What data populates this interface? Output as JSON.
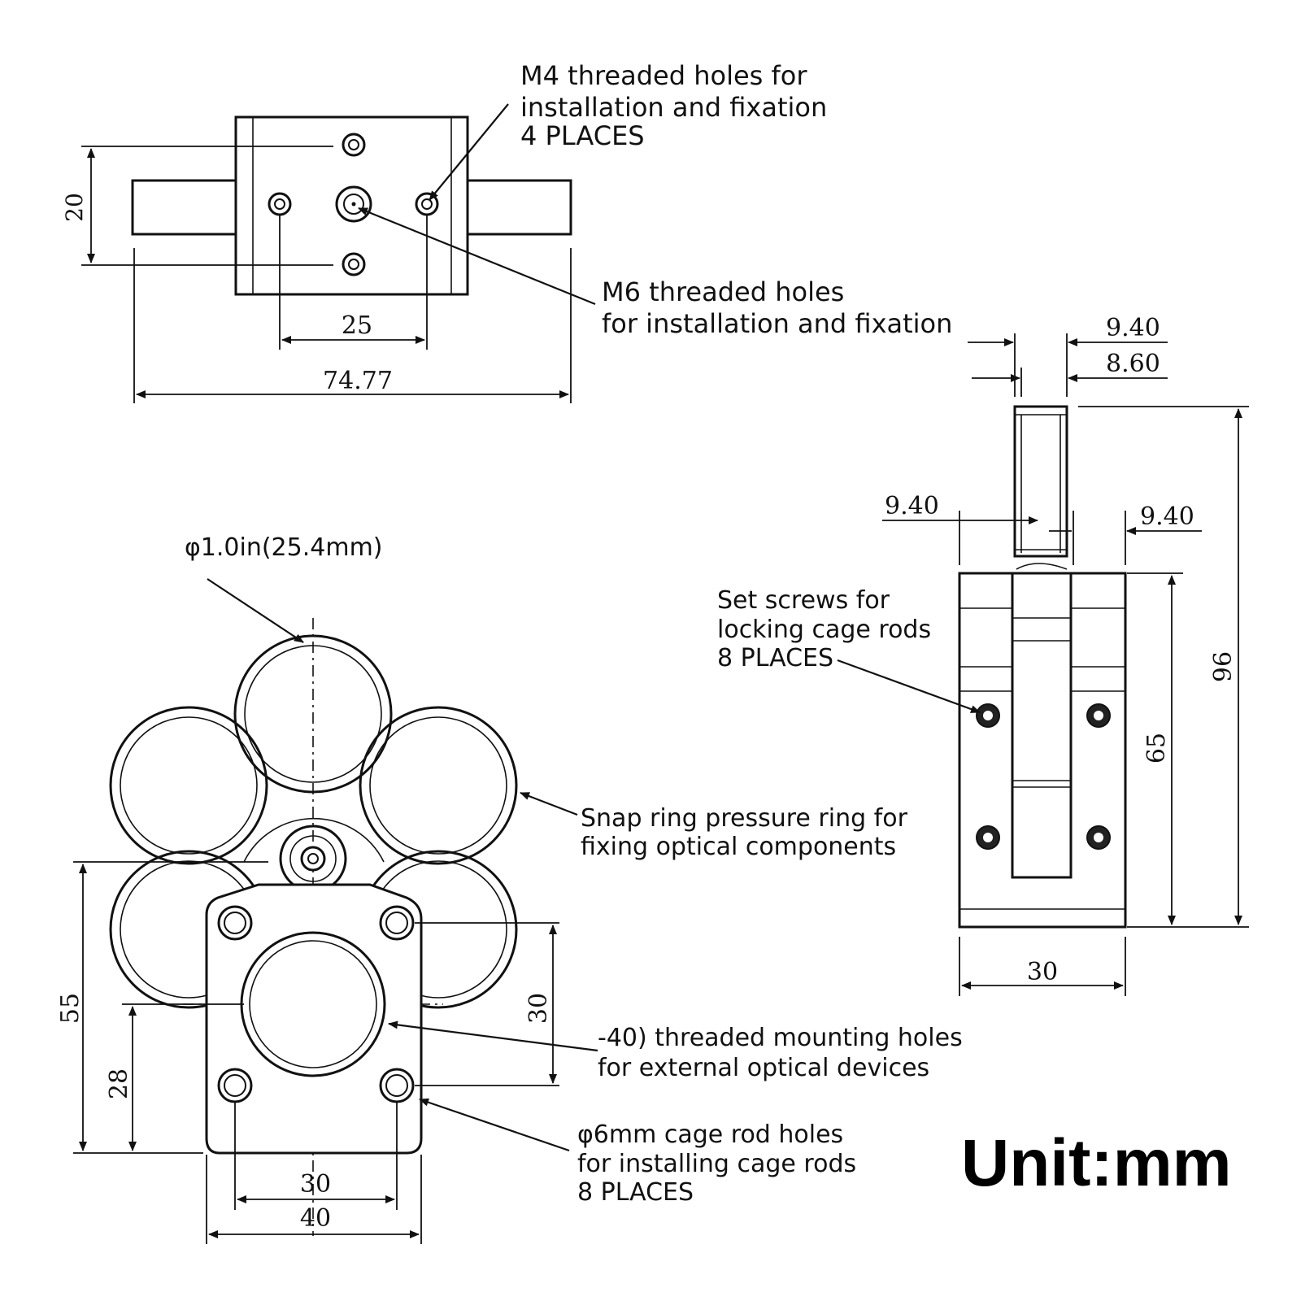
{
  "annotations": {
    "m4_line1": "M4 threaded holes for",
    "m4_line2": "installation and fixation",
    "m4_line3": "4 PLACES",
    "m6_line1": "M6 threaded holes",
    "m6_line2": "for installation and fixation",
    "aperture": "φ1.0in(25.4mm)",
    "snap_line1": "Snap ring pressure ring for",
    "snap_line2": "fixing optical components",
    "mount_line1": "-40) threaded mounting holes",
    "mount_line2": "for external optical devices",
    "rod_line1": "φ6mm cage rod holes",
    "rod_line2": "for installing cage rods",
    "rod_line3": "8 PLACES",
    "set_line1": "Set screws for",
    "set_line2": "locking cage rods",
    "set_line3": "8 PLACES",
    "unit": "Unit:mm"
  },
  "dimensions": {
    "top_height": "20",
    "top_hole_spacing": "25",
    "top_length": "74.77",
    "front_height_55": "55",
    "front_height_28": "28",
    "front_hole_vertical": "30",
    "front_hole_horizontal": "30",
    "front_width": "40",
    "side_940_a": "9.40",
    "side_860": "8.60",
    "side_940_left": "9.40",
    "side_940_right": "9.40",
    "side_height_96": "96",
    "side_height_65": "65",
    "side_width": "30"
  }
}
